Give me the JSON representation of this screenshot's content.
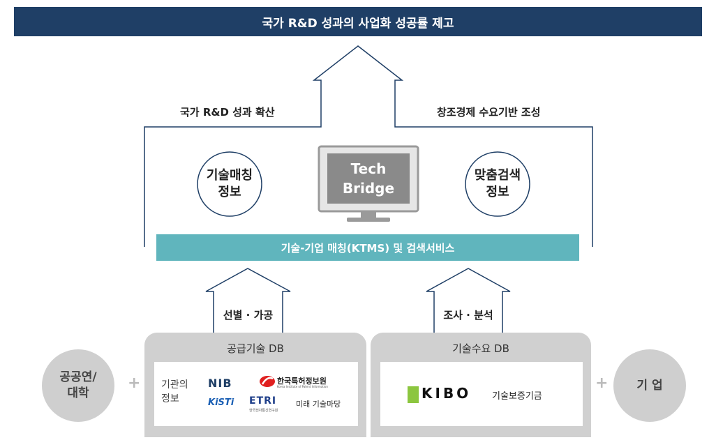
{
  "banner": {
    "title": "국가 R&D 성과의 사업화 성공률 제고"
  },
  "outcomes": {
    "left": "국가 R&D 성과 확산",
    "right": "창조경제 수요기반 조성"
  },
  "circles": {
    "left": [
      "기술매칭",
      "정보"
    ],
    "right": [
      "맞춤검색",
      "정보"
    ]
  },
  "monitor": {
    "line1": "Tech",
    "line2": "Bridge"
  },
  "service_bar": {
    "label": "기술-기업 매칭(KTMS) 및 검색서비스"
  },
  "processes": {
    "left": "선별 · 가공",
    "right": "조사 · 분석"
  },
  "supply_db": {
    "title": "공급기술 DB",
    "org_label": [
      "기관의",
      "정보"
    ],
    "logos": {
      "nib": "NIB",
      "kipi": "한국특허정보원",
      "kipi_sub": "Korea Institute of Patent Information",
      "kisti": "KiSTi",
      "etri": "ETRI",
      "etri_sub": "한국전자통신연구원",
      "market": "미래 기술마당"
    }
  },
  "demand_db": {
    "title": "기술수요 DB",
    "kibo": "KIBO",
    "kibo_name": "기술보증기금"
  },
  "sources": {
    "left": [
      "공공연/",
      "대학"
    ],
    "right": "기 업"
  },
  "plus": "+",
  "colors": {
    "navy": "#1f3f66",
    "teal": "#60b5bd",
    "gray": "#cfcfcf",
    "kibo_green": "#8cc63f"
  }
}
